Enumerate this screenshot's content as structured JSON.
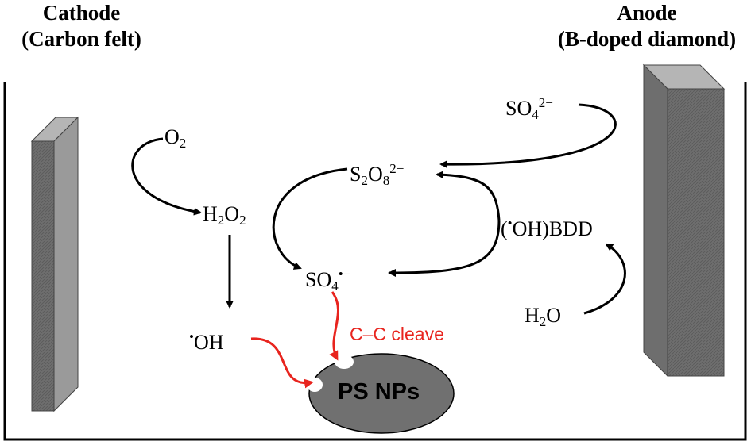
{
  "cathode": {
    "title": "Cathode",
    "material": "(Carbon felt)"
  },
  "anode": {
    "title": "Anode",
    "material": "(B-doped diamond)"
  },
  "species": {
    "o2": {
      "main": "O",
      "sub": "2"
    },
    "h2o2": {
      "a": "H",
      "s1": "2",
      "b": "O",
      "s2": "2"
    },
    "oh_radical": {
      "dot": "•",
      "main": "OH"
    },
    "sulfate_ion": {
      "main": "SO",
      "sub": "4",
      "sup": "2−"
    },
    "persulfate": {
      "a": "S",
      "s1": "2",
      "b": "O",
      "s2": "8",
      "sup": "2−"
    },
    "sulfate_radical": {
      "main": "SO",
      "sub": "4",
      "sup": "•−"
    },
    "bdd_radical": {
      "open": "(",
      "dot": "•",
      "rest": "OH)BDD"
    },
    "water": {
      "a": "H",
      "s1": "2",
      "b": "O"
    }
  },
  "cleave_label": "C–C cleave",
  "nanoparticle_label": "PS NPs",
  "colors": {
    "electrode_front": "#6e6e6e",
    "electrode_side": "#9a9a9a",
    "electrode_top": "#b5b5b5",
    "nanoparticle": "#707070",
    "attack_arrow": "#e8241e",
    "arrow": "#000000"
  }
}
